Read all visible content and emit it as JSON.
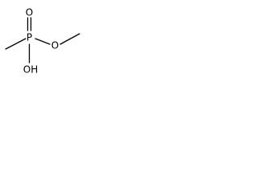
{
  "molecule": {
    "atoms": {
      "phosphorus": "P",
      "oxygen_double": "O",
      "oxygen_ester": "O",
      "hydroxyl": "OH"
    }
  }
}
